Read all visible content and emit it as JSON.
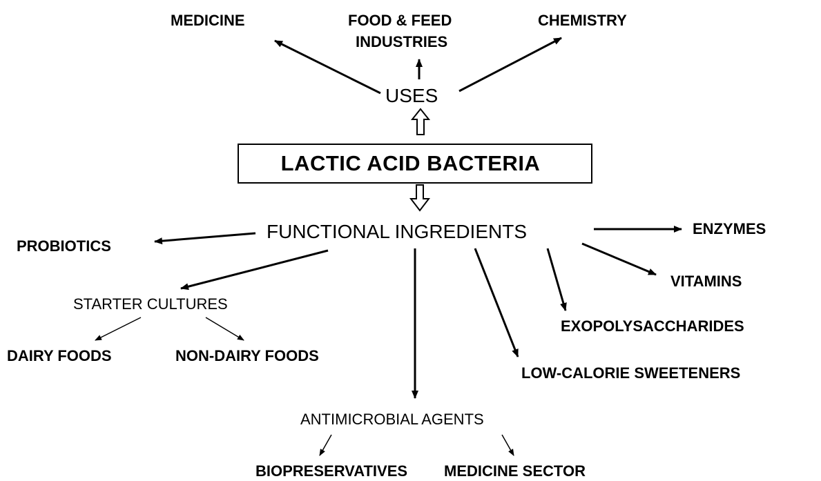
{
  "center": {
    "label": "LACTIC ACID BACTERIA"
  },
  "uses": {
    "label": "USES",
    "targets": {
      "medicine": "MEDICINE",
      "food_line1": "FOOD & FEED",
      "food_line2": "INDUSTRIES",
      "chemistry": "CHEMISTRY"
    }
  },
  "functional": {
    "label": "FUNCTIONAL INGREDIENTS",
    "targets": {
      "probiotics": "PROBIOTICS",
      "enzymes": "ENZYMES",
      "vitamins": "VITAMINS",
      "exopolysaccharides": "EXOPOLYSACCHARIDES",
      "low_calorie": "LOW-CALORIE SWEETENERS"
    }
  },
  "starter": {
    "label": "STARTER CULTURES",
    "targets": {
      "dairy": "DAIRY FOODS",
      "non_dairy": "NON-DAIRY FOODS"
    }
  },
  "antimicrobial": {
    "label": "ANTIMICROBIAL AGENTS",
    "targets": {
      "biopreservatives": "BIOPRESERVATIVES",
      "medicine_sector": "MEDICINE SECTOR"
    }
  },
  "colors": {
    "ink": "#000000",
    "background": "#ffffff"
  }
}
